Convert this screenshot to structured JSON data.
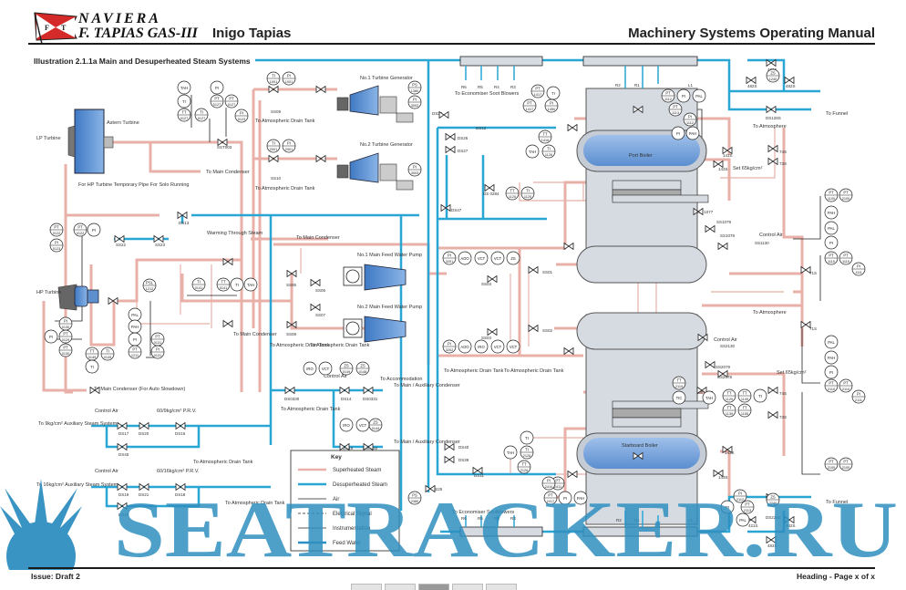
{
  "header": {
    "company_line1": "NAVIERA",
    "company_line2": "F. TAPIAS GAS-III",
    "ship_name": "Inigo Tapias",
    "manual_title": "Machinery Systems Operating Manual",
    "logo_letters": [
      "F",
      "T"
    ]
  },
  "illustration_title": "Illustration 2.1.1a Main and Desuperheated Steam Systems",
  "footer": {
    "issue": "Issue: Draft 2",
    "page": "Heading  -  Page x of x"
  },
  "colors": {
    "superheated_steam": "#e8b0a8",
    "desuperheated_steam": "#2aa6d4",
    "air": "#333333",
    "feed_water": "#2a8fc4",
    "boiler_shell": "#d6dbe2",
    "drum_water": "#6f9fd8",
    "watermark": "#2f8fc0"
  },
  "equipment": {
    "lp_turbine": "LP\nTurbine",
    "astern_turbine": "Astern Turbine",
    "hp_turbine": "HP Turbine",
    "tg1": "No.1 Turbine Generator",
    "tg2": "No.2 Turbine Generator",
    "fwp1": "No.1 Main Feed Water Pump",
    "fwp2": "No.2 Main Feed Water Pump",
    "port_boiler": "Port Boiler",
    "stbd_boiler": "Starboard Boiler"
  },
  "labels": {
    "hp_temp_pipe": "For HP Turbine Temporary Pipe For Solo Running",
    "to_main_condenser": "To Main Condenser",
    "to_main_condenser_auto": "To Main Condenser (For Auto Slowdown)",
    "to_atm_drain": "To Atmospheric Drain Tank",
    "warming": "Warming Through Steam",
    "to_econ_soot_top": "To Economiser Soot Blowers",
    "to_econ_soot_bottom": "To Economiser Sootblowers",
    "to_funnel": "To Funnel",
    "to_atmosphere": "To Atmosphere",
    "to_accommodation": "To Accommodation",
    "to_main_aux_cond": "To Main / Auxiliary Condenser",
    "control_air": "Control Air",
    "aux_9": "To 9kg/cm² Auxiliary Steam System",
    "aux_16": "To 16kg/cm² Auxiliary Steam System",
    "prv_9": "60/9kg/cm² P.R.V.",
    "prv_16": "60/16kg/cm² P.R.V.",
    "set_65": "Set 65kg/cm²"
  },
  "valves": {
    "ss09": "SS09",
    "ss10": "SS10",
    "sst003": "SST003",
    "ds13": "DS13",
    "ss22": "SS22",
    "ss23": "SS23",
    "ss05": "SS05",
    "ss06": "SS06",
    "ss07": "SS07",
    "ss08": "SS08",
    "ss03": "SS03",
    "ss04": "SS04",
    "ss01": "SS01",
    "ss02": "SS02",
    "ds24": "DS24",
    "ds12": "DS12",
    "ds26": "DS26",
    "ds27": "DS27",
    "ds47": "DS47",
    "ds0284": "DS 0284",
    "ds0330": "DS0330",
    "ds14": "DS14",
    "ds0331": "DS0331",
    "ds15": "DS15",
    "ds0332": "DS0332",
    "ds17": "DS17",
    "ds20": "DS20",
    "ds16": "DS16",
    "ds45": "DS45",
    "ds19": "DS19",
    "ds21": "DS21",
    "ds18": "DS18",
    "ds46": "DS46",
    "ds40": "DS40",
    "ds39": "DS39",
    "ds11": "DS11",
    "ds25": "DS25",
    "v483s_top": "483S",
    "v482s": "482S",
    "v482s_b": "482S",
    "ds128s": "DS128S",
    "v74s": "74S",
    "v73s": "73S",
    "v141s": "141S",
    "v143s": "143S",
    "ss1077": "SS 1077",
    "ss1079": "SS1079",
    "ss1078": "SS1078",
    "ss1130": "SS1130",
    "v71s": "71S",
    "ss2130": "SS2130",
    "ss2079": "SS2079",
    "ss2078": "SS2078",
    "ss2077": "SS 2077",
    "v421s": "421S",
    "v483s_bot": "483S",
    "ds228s": "DS228S",
    "r_labels": [
      "R6",
      "R5",
      "R4",
      "R3",
      "R2",
      "R1",
      "L1"
    ]
  },
  "instruments": {
    "tg": [
      [
        "TI",
        "1001"
      ],
      [
        "PI",
        "1001"
      ],
      [
        "TI",
        "2001"
      ],
      [
        "PI",
        "2001"
      ],
      [
        "PI",
        "3002"
      ],
      [
        "PI",
        "3003"
      ],
      [
        "PS",
        "1380"
      ]
    ],
    "astern": [
      [
        "TAH",
        ""
      ],
      [
        "TI",
        ""
      ],
      [
        "TT",
        "0127"
      ],
      [
        "TI",
        "0127"
      ],
      [
        "PI",
        ""
      ],
      [
        "PT",
        "0127"
      ],
      [
        "PT",
        "0127"
      ],
      [
        "PI",
        "0123"
      ]
    ],
    "hp": [
      [
        "PT",
        "0122"
      ],
      [
        "PT",
        "0122"
      ],
      [
        "PI",
        ""
      ],
      [
        "PI",
        "0123"
      ],
      [
        "PI",
        "0130"
      ],
      [
        "PI",
        ""
      ],
      [
        "PT",
        "0129"
      ],
      [
        "PT",
        "0130"
      ],
      [
        "TT",
        "0149"
      ],
      [
        "TI",
        "0149"
      ],
      [
        "TI",
        ""
      ],
      [
        "PSL",
        "1212"
      ],
      [
        "PAL",
        ""
      ],
      [
        "PAH",
        ""
      ],
      [
        "PI",
        ""
      ],
      [
        "PT",
        "1211"
      ],
      [
        "PT",
        "0131"
      ],
      [
        "PI",
        "0131"
      ],
      [
        "TI",
        "0141"
      ],
      [
        "TT",
        "0141"
      ],
      [
        "TI",
        ""
      ],
      [
        "TAH",
        ""
      ]
    ],
    "port_boiler": [
      [
        "PT",
        "1112"
      ],
      [
        "PI",
        ""
      ],
      [
        "PAL",
        ""
      ],
      [
        "PT",
        "1113"
      ],
      [
        "PI",
        "1112"
      ],
      [
        "TT",
        "1120"
      ],
      [
        "TI",
        "1120"
      ],
      [
        "PI",
        ""
      ],
      [
        "PAH",
        ""
      ],
      [
        "PT",
        "1417"
      ],
      [
        "PT",
        "1417"
      ],
      [
        "PI",
        "1450"
      ],
      [
        "TT",
        "1416"
      ],
      [
        "TI",
        "1126"
      ],
      [
        "TAH",
        ""
      ],
      [
        "TI",
        ""
      ]
    ],
    "stbd_boiler": [
      [
        "TT",
        "2119"
      ],
      [
        "TIC",
        ""
      ],
      [
        "TAH",
        ""
      ],
      [
        "TT",
        "1129"
      ],
      [
        "TT",
        "1149"
      ],
      [
        "TI",
        ""
      ],
      [
        "TT",
        "1139"
      ],
      [
        "TT",
        "1155"
      ],
      [
        "PI",
        "2112"
      ],
      [
        "PT",
        "2113"
      ],
      [
        "PI",
        ""
      ],
      [
        "PAL",
        ""
      ],
      [
        "PT",
        "2411"
      ],
      [
        "PT",
        "2417"
      ],
      [
        "PI",
        "2410"
      ],
      [
        "PI",
        ""
      ],
      [
        "PAH",
        ""
      ],
      [
        "TT",
        "2126"
      ],
      [
        "TI",
        "2126"
      ],
      [
        "TAH",
        ""
      ],
      [
        "TI",
        ""
      ]
    ],
    "right": [
      [
        "PT",
        "1100"
      ],
      [
        "PT",
        "2100"
      ],
      [
        "PAH",
        ""
      ],
      [
        "PAL",
        ""
      ],
      [
        "PI",
        ""
      ],
      [
        "PT",
        "1110"
      ],
      [
        "PT",
        "1110"
      ],
      [
        "PI",
        "1111"
      ],
      [
        "PAL",
        ""
      ],
      [
        "PAH",
        ""
      ],
      [
        "PI",
        ""
      ],
      [
        "PT",
        "2110"
      ],
      [
        "PT",
        "2110"
      ],
      [
        "PI",
        "2111"
      ],
      [
        "PT",
        "2100"
      ],
      [
        "PT",
        "2100"
      ],
      [
        "ZS",
        "1240"
      ],
      [
        "ZS",
        "2240"
      ]
    ],
    "feed": [
      [
        "PI",
        "3201"
      ],
      [
        "PI",
        "3202"
      ],
      [
        "AOO",
        ""
      ],
      [
        "VCT",
        ""
      ],
      [
        "VCT",
        ""
      ],
      [
        "ZS",
        ""
      ]
    ],
    "desup": [
      [
        "AOO",
        ""
      ],
      [
        "IRO",
        ""
      ],
      [
        "VCT",
        ""
      ],
      [
        "VCT",
        ""
      ],
      [
        "ZS",
        "0149"
      ],
      [
        "IRO",
        ""
      ],
      [
        "VCT",
        ""
      ],
      [
        "ZS",
        "0148"
      ],
      [
        "IRO",
        ""
      ],
      [
        "VCT",
        ""
      ],
      [
        "ZS",
        "0144"
      ],
      [
        "PS",
        "2380"
      ]
    ]
  },
  "key": {
    "title": "Key",
    "items": [
      {
        "label": "Superheated Steam",
        "style": "superheated"
      },
      {
        "label": "Desuperheated Steam",
        "style": "desuperheated"
      },
      {
        "label": "Air",
        "style": "air"
      },
      {
        "label": "Electrical Signal",
        "style": "electrical"
      },
      {
        "label": "Instrumentation",
        "style": "instrumentation"
      },
      {
        "label": "Feed Water",
        "style": "feedwater"
      }
    ]
  },
  "watermark": {
    "text": "SEATRACKER.RU"
  }
}
